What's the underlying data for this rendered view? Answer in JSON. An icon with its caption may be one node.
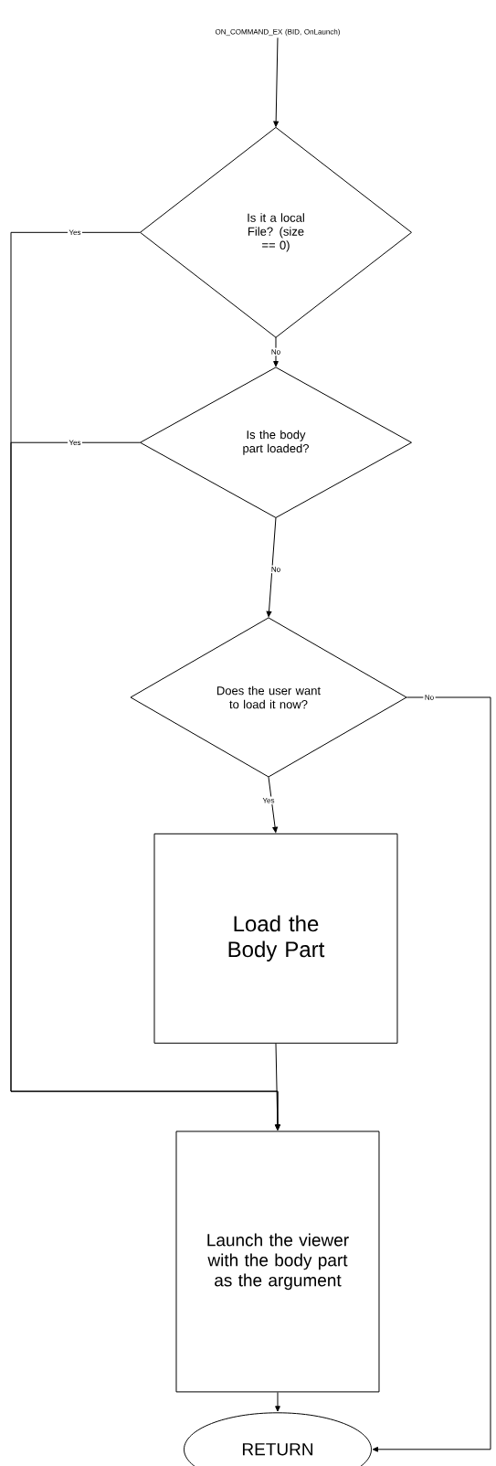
{
  "diagram": {
    "nodes": [
      {
        "text": [
          "ON_COMMAND_EX (BID, OnLaunch)"
        ]
      },
      {
        "text": [
          "Is it a local File? (size == 0)"
        ]
      },
      {
        "text": [
          "Is the body part loaded?"
        ]
      },
      {
        "text": [
          "Does the user want to load it now?"
        ]
      },
      {
        "text": [
          "Load the Body Part"
        ]
      },
      {
        "text": [
          "Launch the viewer with the body part as the argument"
        ]
      },
      {
        "text": [
          "RETURN"
        ]
      }
    ],
    "edges": [
      {
        "from": 0,
        "to": 1,
        "arrow": "to"
      },
      {
        "from": 1,
        "to": 2,
        "arrow": "to",
        "label": "No"
      },
      {
        "from": 2,
        "to": 3,
        "arrow": "to",
        "label": "No"
      },
      {
        "from": 3,
        "to": 4,
        "arrow": "to",
        "label": "Yes"
      },
      {
        "from": 4,
        "to": 5,
        "arrow": "to"
      },
      {
        "from": 1,
        "to": 5,
        "arrow": "to",
        "label": "Yes"
      },
      {
        "from": 2,
        "to": 5,
        "arrow": "to",
        "label": "Yes"
      },
      {
        "from": 3,
        "to": 6,
        "arrow": "to",
        "label": "No"
      },
      {
        "from": 5,
        "to": 6,
        "arrow": "to"
      }
    ]
  }
}
